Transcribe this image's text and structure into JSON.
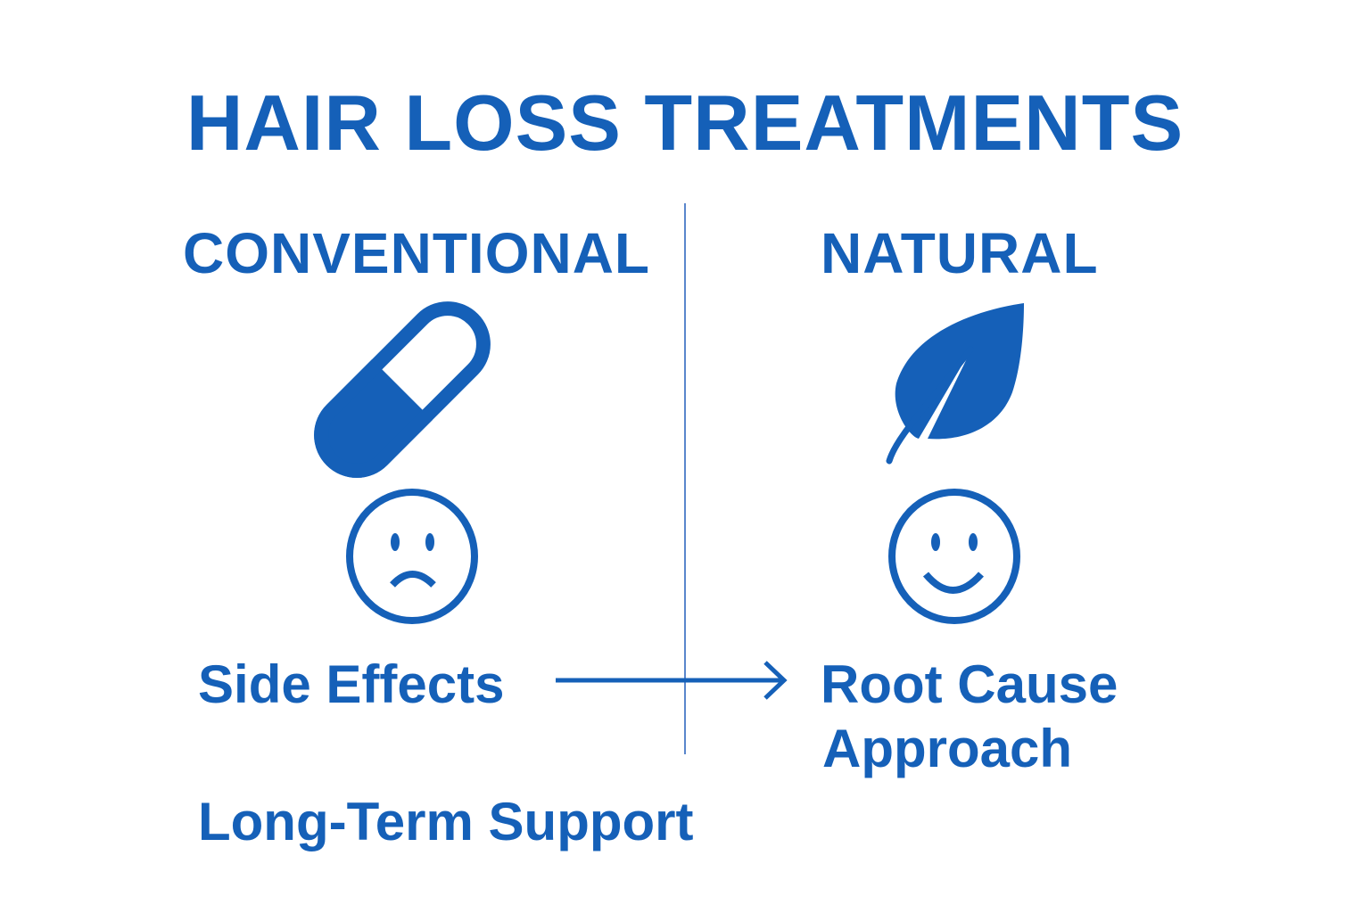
{
  "title": "HAIR LOSS TREATMENTS",
  "accent_color": "#1560b8",
  "columns": {
    "left": {
      "heading": "CONVENTIONAL",
      "icon": "pill-icon",
      "face": "sad-face-icon",
      "label": "Side Effects"
    },
    "right": {
      "heading": "NATURAL",
      "icon": "leaf-icon",
      "face": "happy-face-icon",
      "label_line1": "Root Cause",
      "label_line2": "Approach"
    }
  },
  "footer_label": "Long-Term Support"
}
